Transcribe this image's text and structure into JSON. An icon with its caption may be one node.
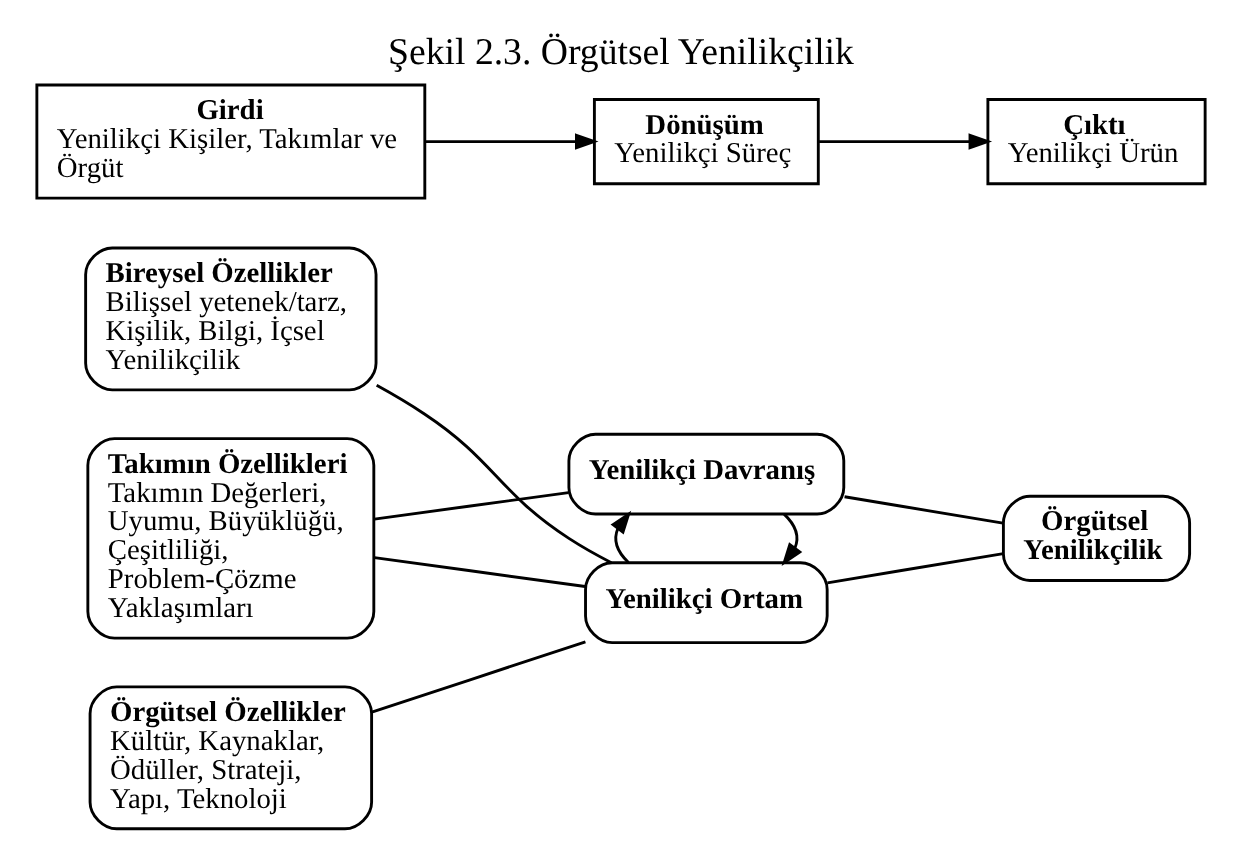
{
  "diagram": {
    "title": "Şekil 2.3. Örgütsel Yenilikçilik",
    "nodes": [
      {
        "text": [
          "Girdi",
          "Yenilikçi Kişiler, Takımlar ve Örgüt"
        ]
      },
      {
        "text": [
          "Dönüşüm",
          "Yenilikçi Süreç"
        ]
      },
      {
        "text": [
          "Çıktı",
          "Yenilikçi Ürün"
        ]
      },
      {
        "text": [
          "Bireysel Özellikler",
          "Bilişsel yetenek/tarz, Kişilik, Bilgi, İçsel Yenilikçilik"
        ]
      },
      {
        "text": [
          "Takımın Özellikleri",
          "Takımın Değerleri, Uyumu, Büyüklüğü, Çeşitliliği, Problem-Çözme Yaklaşımları"
        ]
      },
      {
        "text": [
          "Örgütsel Özellikler",
          "Kültür, Kaynaklar, Ödüller, Strateji, Yapı, Teknoloji"
        ]
      },
      {
        "text": [
          "Yenilikçi Davranış"
        ]
      },
      {
        "text": [
          "Yenilikçi Ortam"
        ]
      },
      {
        "text": [
          "Örgütsel Yenilikçilik"
        ]
      }
    ],
    "edges": [
      {
        "from": 0,
        "to": 1,
        "arrow": "to"
      },
      {
        "from": 1,
        "to": 2,
        "arrow": "to"
      },
      {
        "from": 3,
        "to": 7,
        "arrow": "none"
      },
      {
        "from": 4,
        "to": 6,
        "arrow": "none"
      },
      {
        "from": 4,
        "to": 7,
        "arrow": "none"
      },
      {
        "from": 5,
        "to": 7,
        "arrow": "none"
      },
      {
        "from": 6,
        "to": 7,
        "arrow": "to"
      },
      {
        "from": 7,
        "to": 6,
        "arrow": "to"
      },
      {
        "from": 6,
        "to": 8,
        "arrow": "none"
      },
      {
        "from": 7,
        "to": 8,
        "arrow": "none"
      }
    ]
  }
}
